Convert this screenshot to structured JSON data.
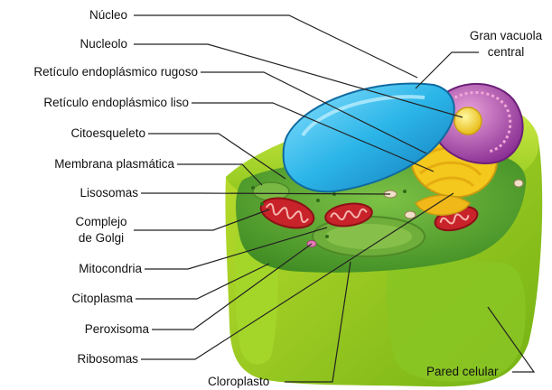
{
  "labels": {
    "nucleo": "Núcleo",
    "nucleolo": "Nucleolo",
    "reticulo_rugoso": "Retículo endoplásmico rugoso",
    "reticulo_liso": "Retículo endoplásmico liso",
    "citoesqueleto": "Citoesqueleto",
    "membrana": "Membrana plasmática",
    "lisosomas": "Lisosomas",
    "complejo_golgi_1": "Complejo",
    "complejo_golgi_2": "de Golgi",
    "mitocondria": "Mitocondria",
    "citoplasma": "Citoplasma",
    "peroxisoma": "Peroxisoma",
    "ribosomas": "Ribosomas",
    "cloroplasto": "Cloroplasto",
    "gran_vacuola_1": "Gran vacuola",
    "gran_vacuola_2": "central",
    "pared_celular": "Pared celular"
  },
  "colors": {
    "cell_wall": "#a6d41c",
    "cytoplasm": "#5a9e2a",
    "vacuole": "#2bb5e8",
    "nucleus": "#9b3fa0",
    "nucleolus": "#f2d21a",
    "mitochondria": "#c8232a",
    "golgi": "#f0c020",
    "chloroplast": "#6fae3a"
  }
}
